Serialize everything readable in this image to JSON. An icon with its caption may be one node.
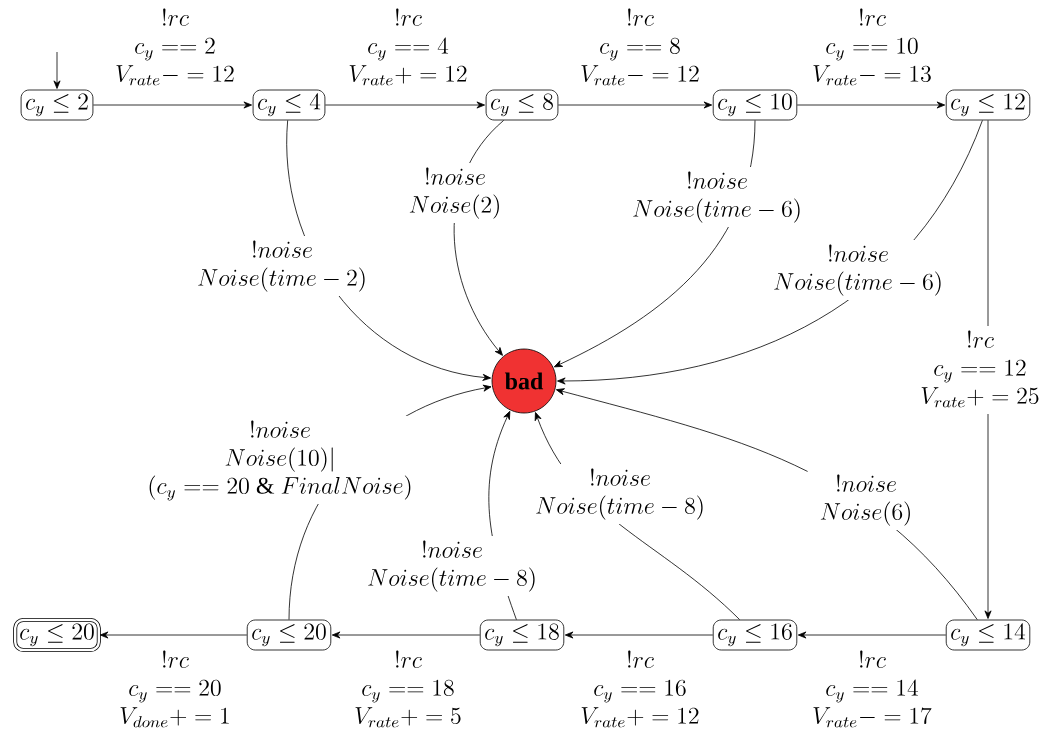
{
  "diagram": {
    "nodes": [
      {
        "text": [
          "c_y \\leq 2"
        ]
      },
      {
        "text": [
          "c_y \\leq 4"
        ]
      },
      {
        "text": [
          "c_y \\leq 8"
        ]
      },
      {
        "text": [
          "c_y \\leq 10"
        ]
      },
      {
        "text": [
          "c_y \\leq 12"
        ]
      },
      {
        "text": [
          "bad"
        ]
      },
      {
        "text": [
          "c_y \\leq 20"
        ]
      },
      {
        "text": [
          "c_y \\leq 20"
        ]
      },
      {
        "text": [
          "c_y \\leq 18"
        ]
      },
      {
        "text": [
          "c_y \\leq 16"
        ]
      },
      {
        "text": [
          "c_y \\leq 14"
        ]
      }
    ],
    "edges": [
      {
        "from": null,
        "to": 0,
        "arrow": "to"
      },
      {
        "from": 0,
        "to": 1,
        "arrow": "to",
        "label": "\\begin{array}{c} !rc \\\\ c_y == 2 \\\\ V_{rate} -= 12 \\end{array}"
      },
      {
        "from": 1,
        "to": 2,
        "arrow": "to",
        "label": "\\begin{array}{c} !rc \\\\ c_y == 4 \\\\ V_{rate} += 12 \\end{array}"
      },
      {
        "from": 2,
        "to": 3,
        "arrow": "to",
        "label": "\\begin{array}{c} !rc \\\\ c_y == 8 \\\\ V_{rate} -= 12 \\end{array}"
      },
      {
        "from": 3,
        "to": 4,
        "arrow": "to",
        "label": "\\begin{array}{c} !rc \\\\ c_y == 10 \\\\ V_{rate} -= 13 \\end{array}"
      },
      {
        "from": 4,
        "to": 10,
        "arrow": "to",
        "label": "\\begin{array}{c} !rc \\\\ c_y == 12 \\\\ V_{rate} += 25 \\end{array}"
      },
      {
        "from": 10,
        "to": 9,
        "arrow": "to",
        "label": "\\begin{array}{c} !rc \\\\ c_y == 14 \\\\ V_{rate} -= 17 \\end{array}"
      },
      {
        "from": 9,
        "to": 8,
        "arrow": "to",
        "label": "\\begin{array}{c} !rc \\\\ c_y == 16 \\\\ V_{rate} += 12 \\end{array}"
      },
      {
        "from": 8,
        "to": 7,
        "arrow": "to",
        "label": "\\begin{array}{c} !rc \\\\ c_y == 18 \\\\ V_{rate} += 5 \\end{array}"
      },
      {
        "from": 7,
        "to": 6,
        "arrow": "to",
        "label": "\\begin{array}{c} !rc \\\\ c_y == 20 \\\\ V_{done} += 1 \\end{array}"
      },
      {
        "from": 1,
        "to": 5,
        "arrow": "to",
        "label": "\\begin{array}{c} !noise \\\\ Noise(time-2) \\end{array}"
      },
      {
        "from": 2,
        "to": 5,
        "arrow": "to",
        "label": "\\begin{array}{c} !noise \\\\ Noise(2) \\end{array}"
      },
      {
        "from": 3,
        "to": 5,
        "arrow": "to",
        "label": "\\begin{array}{c} !noise \\\\ Noise(time-6) \\end{array}"
      },
      {
        "from": 4,
        "to": 5,
        "arrow": "to",
        "label": "\\begin{array}{c} !noise \\\\ Noise(time-6) \\end{array}"
      },
      {
        "from": 10,
        "to": 5,
        "arrow": "to",
        "label": "\\begin{array}{c} !noise \\\\ Noise(6) \\end{array}"
      },
      {
        "from": 9,
        "to": 5,
        "arrow": "to",
        "label": "\\begin{array}{c} !noise \\\\ Noise(time-8) \\end{array}"
      },
      {
        "from": 8,
        "to": 5,
        "arrow": "to",
        "label": "\\begin{array}{c} !noise \\\\ Noise(time-8) \\end{array}"
      },
      {
        "from": 7,
        "to": 5,
        "arrow": "to",
        "label": "\\begin{array}{c} !noise \\\\ Noise(10)| \\\\ (c_y == 20 \\ \\& \\ FinalNoise) \\end{array}"
      }
    ]
  }
}
